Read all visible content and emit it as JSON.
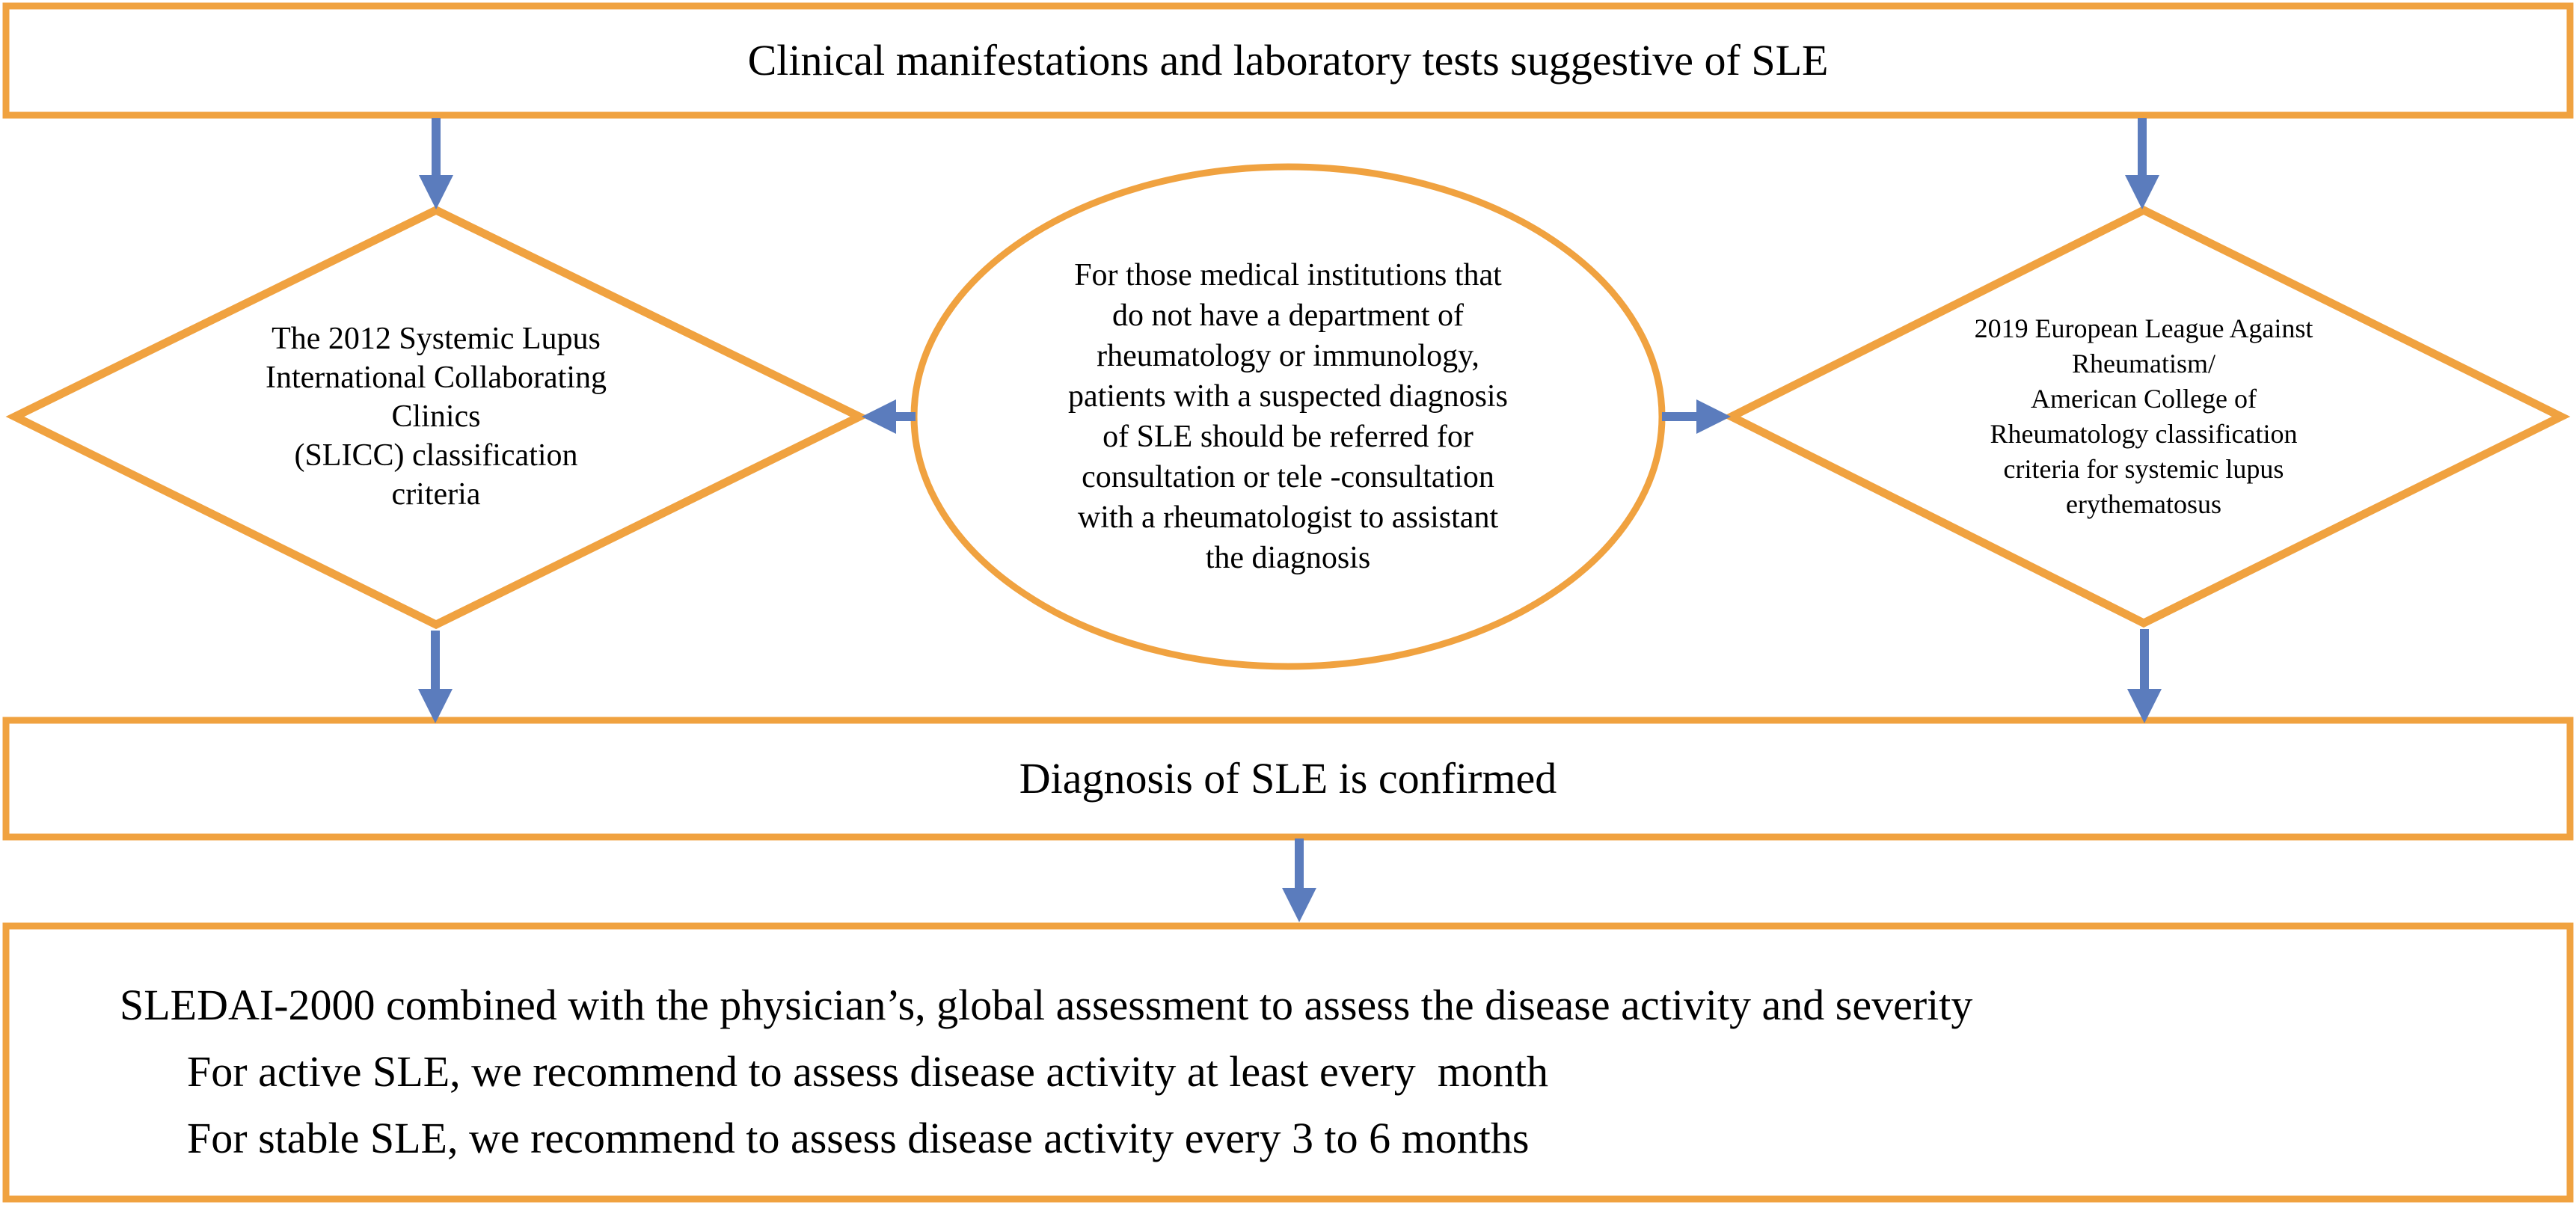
{
  "figure": {
    "top_box": {
      "label": "Clinical manifestations and laboratory tests suggestive of SLE"
    },
    "left_diamond": {
      "label": "The 2012 Systemic Lupus\nInternational Collaborating\nClinics\n(SLICC) classification\ncriteria"
    },
    "center_ellipse": {
      "label": "For those medical institutions that\ndo not have a department of\nrheumatology or immunology,\npatients with a suspected diagnosis\nof SLE should be referred for\nconsultation or tele -consultation\nwith a rheumatologist to assistant\nthe diagnosis"
    },
    "right_diamond": {
      "label": "2019 European League Against\nRheumatism/\nAmerican College of\nRheumatology classification\ncriteria for systemic lupus\nerythematosus"
    },
    "diagnosis_box": {
      "label": "Diagnosis of SLE is confirmed"
    },
    "assessment_box": {
      "line1": "SLEDAI-2000 combined with the physician’s, global assessment to assess the disease activity and severity",
      "line2": "For active SLE, we recommend to assess disease activity at least every  month",
      "line3": "For stable SLE, we recommend to assess disease activity every 3 to 6 months"
    },
    "colors": {
      "outline_orange": "#F0A240",
      "arrow_blue": "#5B7CBD",
      "text_black": "#000000",
      "background": "#FFFFFF"
    }
  }
}
